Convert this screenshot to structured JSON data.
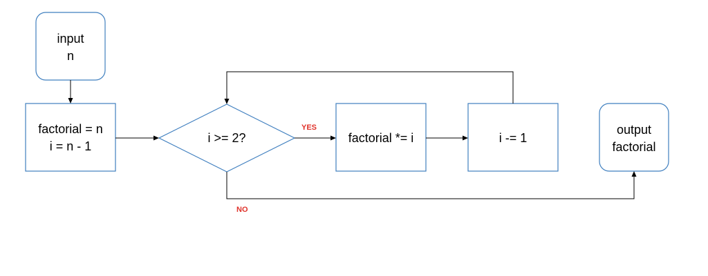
{
  "colors": {
    "shape_stroke": "#3f7fbf",
    "shape_fill": "#ffffff",
    "arrow": "#000000",
    "text": "#000000",
    "label": "#e0332b"
  },
  "nodes": {
    "input": {
      "line1": "input",
      "line2": "n"
    },
    "init": {
      "line1": "factorial = n",
      "line2": "i = n - 1"
    },
    "decision": {
      "text": "i >= 2?"
    },
    "multiply": {
      "text": "factorial *= i"
    },
    "decrement": {
      "text": "i -= 1"
    },
    "output": {
      "line1": "output",
      "line2": "factorial"
    }
  },
  "edges": {
    "yes_label": "YES",
    "no_label": "NO"
  }
}
